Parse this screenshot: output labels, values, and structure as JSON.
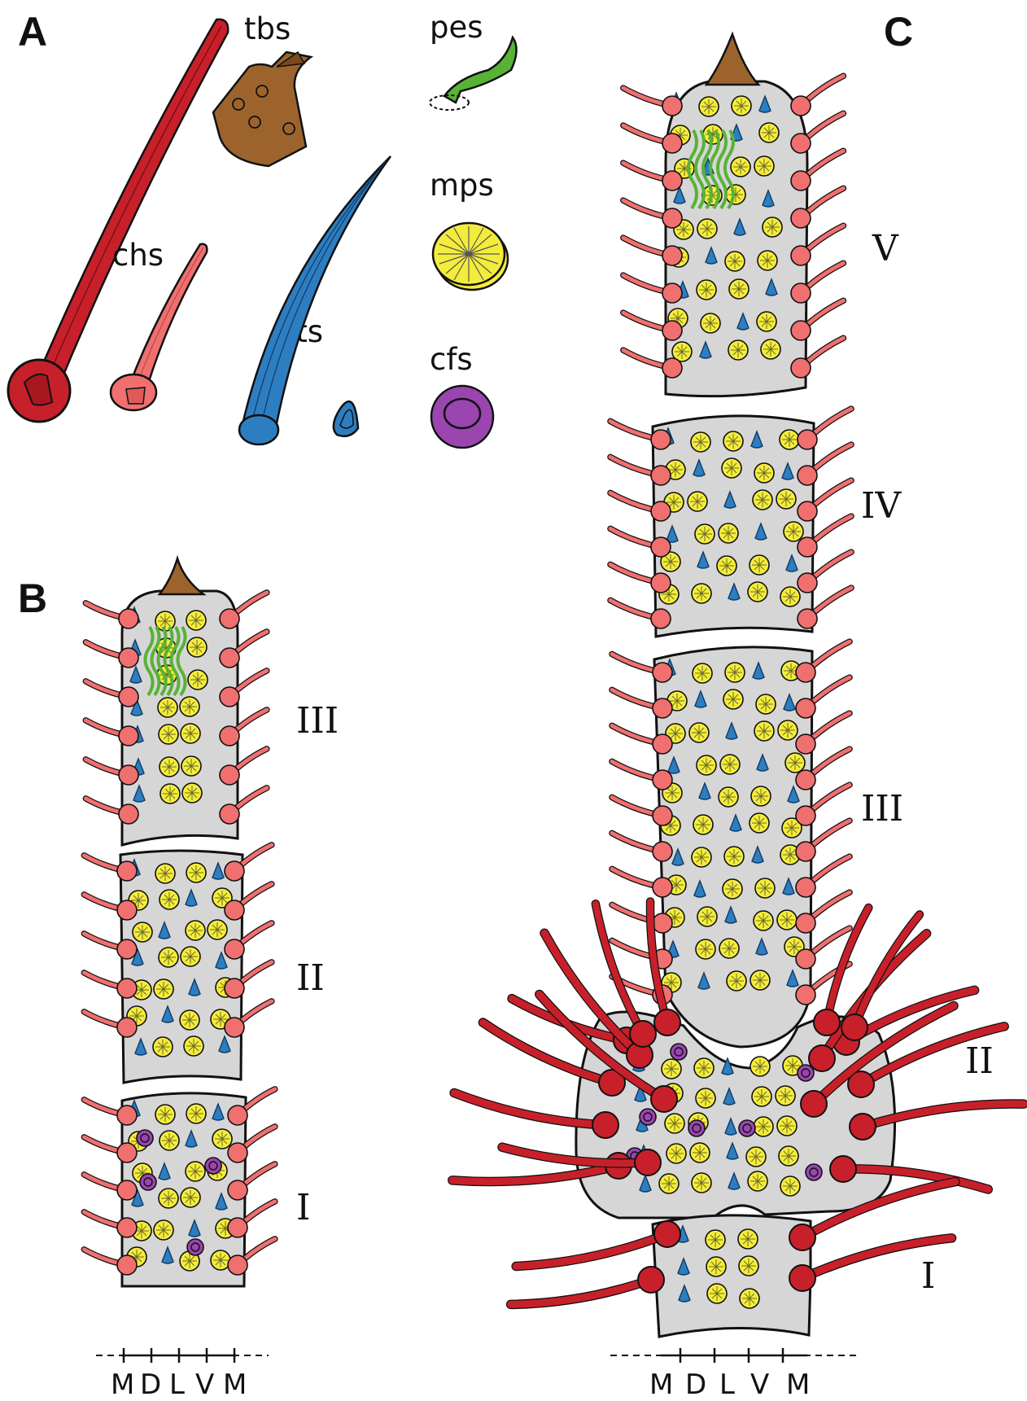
{
  "panels": {
    "a": "A",
    "b": "B",
    "c": "C"
  },
  "seta_types": [
    {
      "key": "tbs",
      "label": "tbs",
      "color": "#9c642c"
    },
    {
      "key": "pes",
      "label": "pes",
      "color": "#58b236"
    },
    {
      "key": "mps",
      "label": "mps",
      "color": "#f4ec3c"
    },
    {
      "key": "chs",
      "label": "chs",
      "color": "#f06f6f"
    },
    {
      "key": "lts",
      "label": "lts",
      "color": "#2d7ec0"
    },
    {
      "key": "cfs",
      "label": "cfs",
      "color": "#9a45b0"
    },
    {
      "key": "long_seta",
      "label": "",
      "color": "#c8202a"
    }
  ],
  "panel_b": {
    "segments": [
      "III",
      "II",
      "I"
    ],
    "axis": [
      "M",
      "D",
      "L",
      "V",
      "M"
    ]
  },
  "panel_c": {
    "segments": [
      "V",
      "IV",
      "III",
      "II",
      "I"
    ],
    "axis": [
      "M",
      "D",
      "L",
      "V",
      "M"
    ]
  },
  "colors": {
    "segment_fill": "#d6d6d6",
    "outline": "#111111",
    "long_seta": "#c8202a",
    "chaetic_seta": "#f06f6f",
    "lanceolate": "#2d7ec0",
    "microplate": "#f4ec3c",
    "cuff": "#9a45b0",
    "tip": "#9c642c",
    "pes": "#58b236"
  }
}
